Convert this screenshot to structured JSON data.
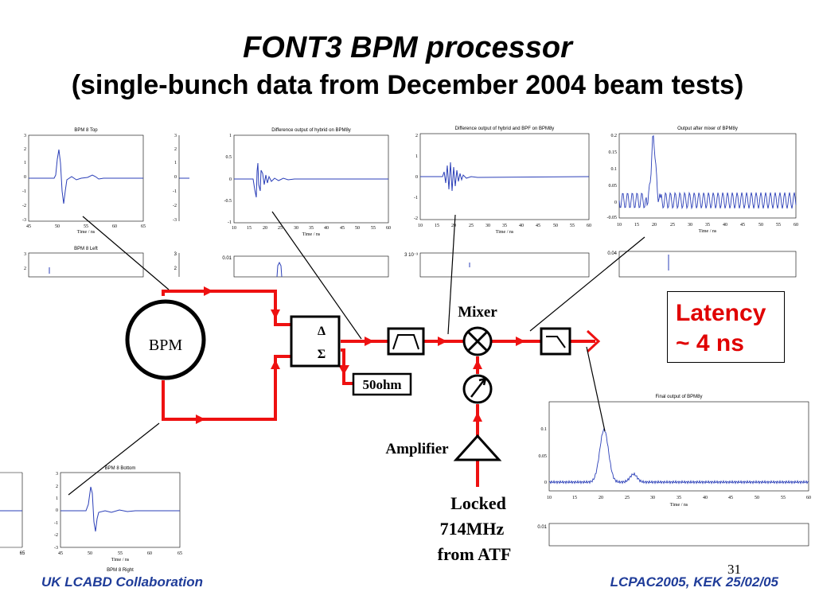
{
  "title": {
    "line1": "FONT3 BPM processor",
    "line2": "(single-bunch data from December 2004 beam tests)"
  },
  "footer": {
    "left": "UK LCABD Collaboration",
    "right": "LCPAC2005, KEK 25/02/05",
    "page": "31"
  },
  "latency": {
    "line1": "Latency",
    "line2": "~ 4 ns"
  },
  "diagram": {
    "bpm_label": "BPM",
    "hybrid_delta": "Δ",
    "hybrid_sigma": "Σ",
    "load_label": "50ohm",
    "mixer_label": "Mixer",
    "amplifier_label": "Amplifier",
    "lo_line1": "Locked",
    "lo_line2": "714MHz",
    "lo_line3": "from ATF",
    "line_color": "#ee1111"
  },
  "plots": {
    "bpm_top": {
      "title": "BPM 8 Top",
      "xlabel": "Time / ns",
      "xticks": [
        "45",
        "50",
        "55",
        "60",
        "65"
      ],
      "yticks": [
        "3",
        "2",
        "1",
        "0",
        "-1",
        "-2",
        "-3"
      ]
    },
    "bpm_left": {
      "title": "BPM 8 Left",
      "yticks": [
        "3",
        "2"
      ]
    },
    "bpm_bottom": {
      "title": "BPM 8 Bottom",
      "xlabel": "Time / ns",
      "xticks": [
        "45",
        "50",
        "55",
        "60",
        "65"
      ],
      "yticks": [
        "3",
        "2",
        "1",
        "0",
        "-1",
        "-2",
        "-3"
      ]
    },
    "bpm_right": {
      "title": "BPM 8 Right"
    },
    "hybrid_diff": {
      "title": "Difference output of hybrid on BPM8y",
      "xlabel": "Time / ns",
      "xticks": [
        "10",
        "15",
        "20",
        "25",
        "30",
        "35",
        "40",
        "45",
        "50",
        "55",
        "60"
      ],
      "yticks": [
        "1",
        "0.5",
        "0",
        "-0.5",
        "-1"
      ],
      "lower_ytick": "0.01"
    },
    "bpf_diff": {
      "title": "Difference output of hybrid and BPF on BPM8y",
      "xlabel": "Time / ns",
      "xticks": [
        "10",
        "15",
        "20",
        "25",
        "30",
        "35",
        "40",
        "45",
        "50",
        "55",
        "60"
      ],
      "lower_ytick": "3 10⁻³"
    },
    "mixer_out": {
      "title": "Output after mixer of BPM8y",
      "xlabel": "Time / ns",
      "xticks": [
        "10",
        "15",
        "20",
        "25",
        "30",
        "35",
        "40",
        "45",
        "50",
        "55",
        "60"
      ],
      "yticks": [
        "0.2",
        "0.15",
        "0.1",
        "0.05",
        "0",
        "-0.05"
      ],
      "lower_ytick": "0.04"
    },
    "final_out": {
      "title": "Final output of BPM8y",
      "xlabel": "Time / ns",
      "xticks": [
        "10",
        "15",
        "20",
        "25",
        "30",
        "35",
        "40",
        "45",
        "50",
        "55",
        "60"
      ],
      "yticks": [
        "0.1",
        "0.05",
        "0"
      ],
      "lower_ytick": "0.01"
    },
    "left_edge": {
      "xtick": "65"
    }
  }
}
